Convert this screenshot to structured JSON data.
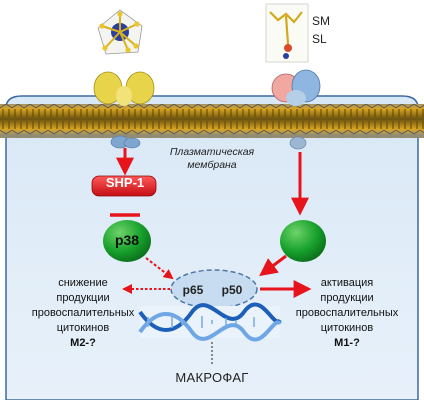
{
  "labels": {
    "membrane_line1": "Плазматическая",
    "membrane_line2": "мембрана",
    "shp1": "SHP-1",
    "p38": "p38",
    "p65": "p65",
    "p50": "p50",
    "macrophage": "МАКРОФАГ",
    "sm_line1": "SM",
    "sm_line2": "SL"
  },
  "left_effect": {
    "lines": [
      "снижение",
      "продукции",
      "провоспалительных",
      "цитокинов"
    ],
    "tag": "М2-?"
  },
  "right_effect": {
    "lines": [
      "активация",
      "продукции",
      "провоспалительных",
      "цитокинов"
    ],
    "tag": "М1-?"
  },
  "colors": {
    "arrow_red": "#e8141b",
    "green": "#1a9e33",
    "shp_red": "#e01b22",
    "cell_blue": "#e3eef8",
    "nucleus_blue": "#c7dcf0",
    "membrane_gold": "#c99a1e"
  }
}
